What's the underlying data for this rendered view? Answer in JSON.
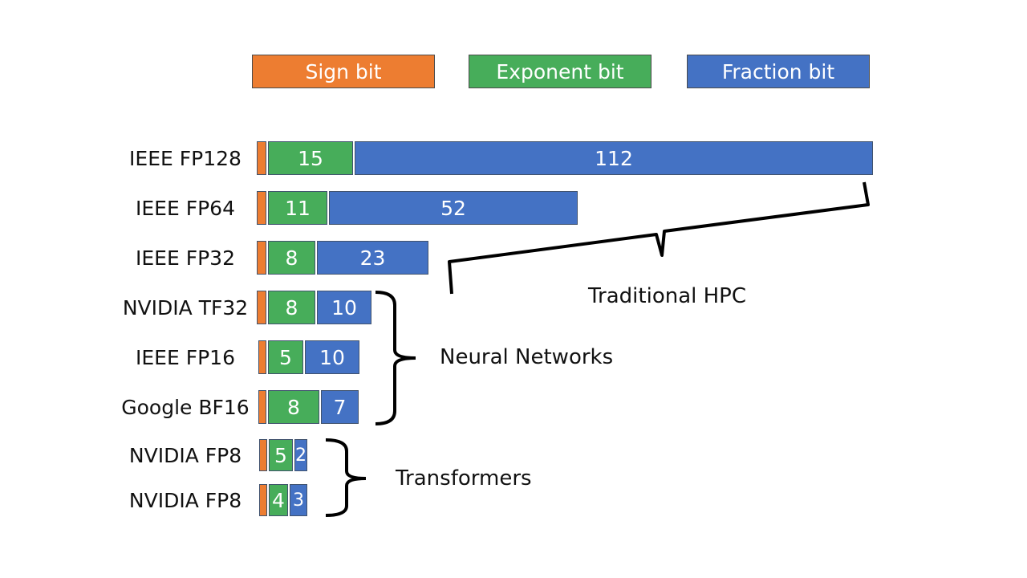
{
  "colors": {
    "sign": "#ED7D31",
    "exponent": "#47AD5A",
    "fraction": "#4472C4"
  },
  "legend": [
    {
      "key": "sign",
      "label": "Sign bit"
    },
    {
      "key": "exponent",
      "label": "Exponent bit"
    },
    {
      "key": "fraction",
      "label": "Fraction bit"
    }
  ],
  "formats": [
    {
      "name": "IEEE FP128",
      "sign": 1,
      "exponent": 15,
      "fraction": 112
    },
    {
      "name": "IEEE FP64",
      "sign": 1,
      "exponent": 11,
      "fraction": 52
    },
    {
      "name": "IEEE FP32",
      "sign": 1,
      "exponent": 8,
      "fraction": 23
    },
    {
      "name": "NVIDIA TF32",
      "sign": 1,
      "exponent": 8,
      "fraction": 10
    },
    {
      "name": "IEEE FP16",
      "sign": 1,
      "exponent": 5,
      "fraction": 10
    },
    {
      "name": "Google BF16",
      "sign": 1,
      "exponent": 8,
      "fraction": 7
    },
    {
      "name": "NVIDIA FP8",
      "sign": 1,
      "exponent": 5,
      "fraction": 2
    },
    {
      "name": "NVIDIA FP8",
      "sign": 1,
      "exponent": 4,
      "fraction": 3
    }
  ],
  "groups": [
    {
      "label": "Traditional HPC"
    },
    {
      "label": "Neural Networks"
    },
    {
      "label": "Transformers"
    }
  ]
}
